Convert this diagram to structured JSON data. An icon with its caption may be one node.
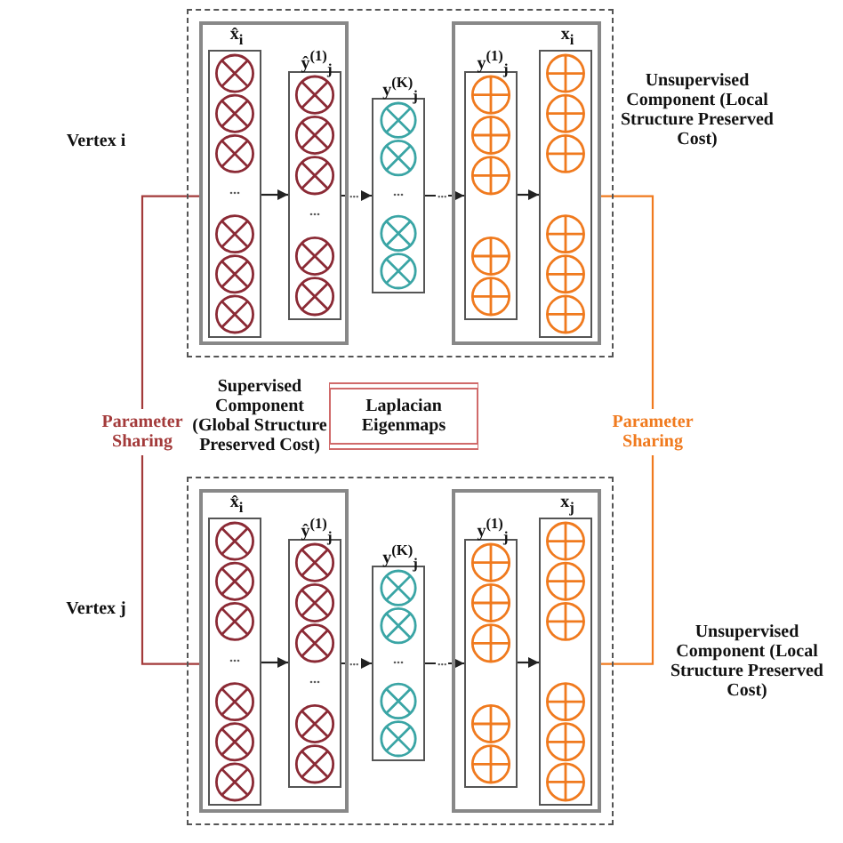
{
  "diagram": {
    "nodes": [
      {
        "text": [],
        "shape": "box",
        "beside": [
          "Vertex i",
          "Unsupervised Component (Local Structure Preserved Cost)"
        ]
      },
      {
        "text": [],
        "shape": "box",
        "in": 0
      },
      {
        "text": [
          "x̂$_{i}$",
          "..."
        ],
        "in": 1
      },
      {
        "text": [
          "ŷ$^{(1)}$$_{j}$",
          "..."
        ],
        "in": 1
      },
      {
        "text": [
          "y$^{(K)}$$_{j}$",
          "..."
        ],
        "in": 0
      },
      {
        "text": [],
        "shape": "box",
        "in": 0
      },
      {
        "text": [
          "y$^{(1)}$$_{j}$"
        ],
        "in": 5
      },
      {
        "text": [
          "x$_{i}$"
        ],
        "in": 5
      },
      {
        "text": [
          "Laplacian Eigenmaps"
        ],
        "beside": [
          "Supervised Component (Global Structure Preserved Cost)"
        ]
      },
      {
        "text": [],
        "shape": "box",
        "beside": [
          "Vertex j",
          "Unsupervised Component (Local Structure Preserved Cost)"
        ]
      },
      {
        "text": [],
        "shape": "box",
        "in": 9
      },
      {
        "text": [
          "x̂$_{i}$",
          "..."
        ],
        "in": 10
      },
      {
        "text": [
          "ŷ$^{(1)}$$_{j}$",
          "..."
        ],
        "in": 10
      },
      {
        "text": [
          "y$^{(K)}$$_{j}$",
          "..."
        ],
        "in": 9
      },
      {
        "text": [],
        "shape": "box",
        "in": 9
      },
      {
        "text": [
          "y$^{(1)}$$_{j}$"
        ],
        "in": 14
      },
      {
        "text": [
          "x$_{j}$"
        ],
        "in": 14
      }
    ],
    "edges": [
      {
        "from": 2,
        "to": 3,
        "arrow": "to"
      },
      {
        "from": 3,
        "to": 4,
        "arrow": "to",
        "label": "..."
      },
      {
        "from": 4,
        "to": 6,
        "arrow": "to",
        "label": "..."
      },
      {
        "from": 6,
        "to": 7,
        "arrow": "to"
      },
      {
        "from": 11,
        "to": 12,
        "arrow": "to"
      },
      {
        "from": 12,
        "to": 13,
        "arrow": "to",
        "label": "..."
      },
      {
        "from": 13,
        "to": 15,
        "arrow": "to",
        "label": "..."
      },
      {
        "from": 15,
        "to": 16,
        "arrow": "to"
      },
      {
        "from": 1,
        "to": 10,
        "arrow": "none",
        "label": "Parameter Sharing",
        "color": "#a33a3a"
      },
      {
        "from": 5,
        "to": 14,
        "arrow": "none",
        "label": "Parameter Sharing",
        "color": "#f07a1e"
      }
    ]
  }
}
